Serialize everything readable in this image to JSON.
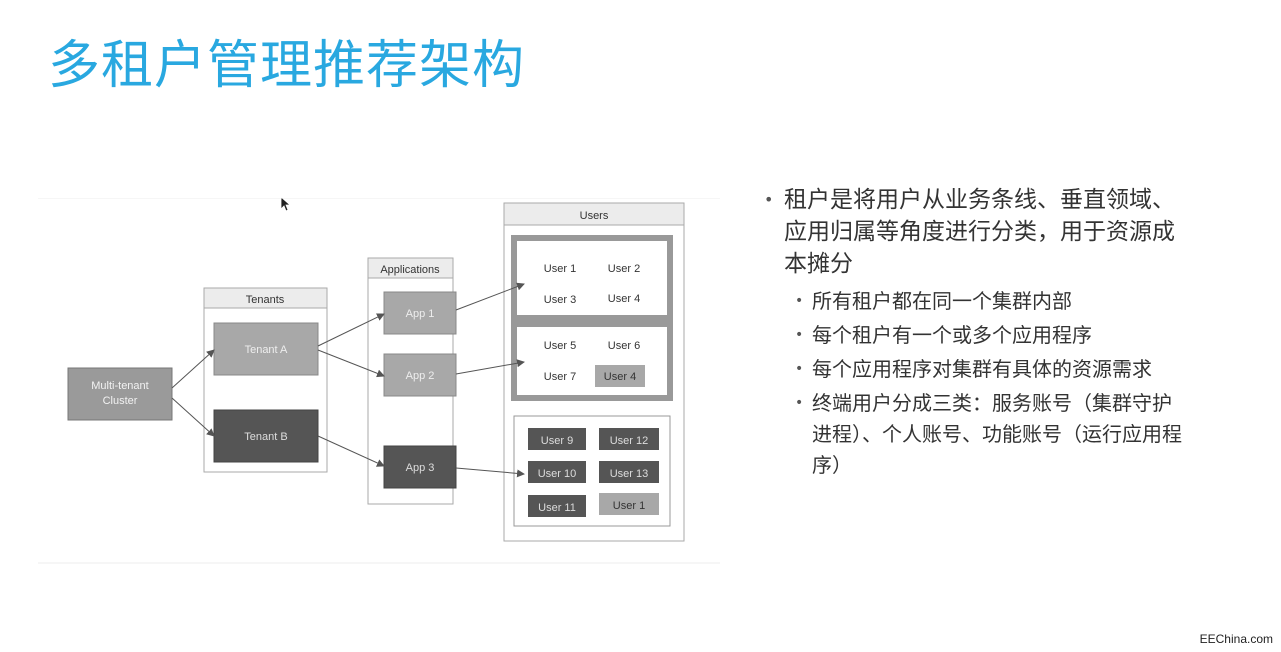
{
  "slide": {
    "title": "多租户管理推荐架构",
    "footer": "EEChina.com"
  },
  "diagram": {
    "cluster": "Multi-tenant\nCluster",
    "groups": {
      "tenants": "Tenants",
      "applications": "Applications",
      "users": "Users"
    },
    "tenants": [
      "Tenant A",
      "Tenant B"
    ],
    "apps": [
      "App 1",
      "App 2",
      "App 3"
    ],
    "user_boxes": [
      [
        "User 1",
        "User 2",
        "User 3",
        "User 4"
      ],
      [
        "User 5",
        "User 6",
        "User 7",
        "User 4"
      ],
      [
        "User 9",
        "User 12",
        "User 10",
        "User 13",
        "User 11",
        "User 1"
      ]
    ]
  },
  "bullets": {
    "main": "租户是将用户从业务条线、垂直领域、应用归属等角度进行分类，用于资源成本摊分",
    "sub": [
      "所有租户都在同一个集群内部",
      "每个租户有一个或多个应用程序",
      "每个应用程序对集群有具体的资源需求",
      "终端用户分成三类：服务账号（集群守护进程）、个人账号、功能账号（运行应用程序）"
    ]
  }
}
